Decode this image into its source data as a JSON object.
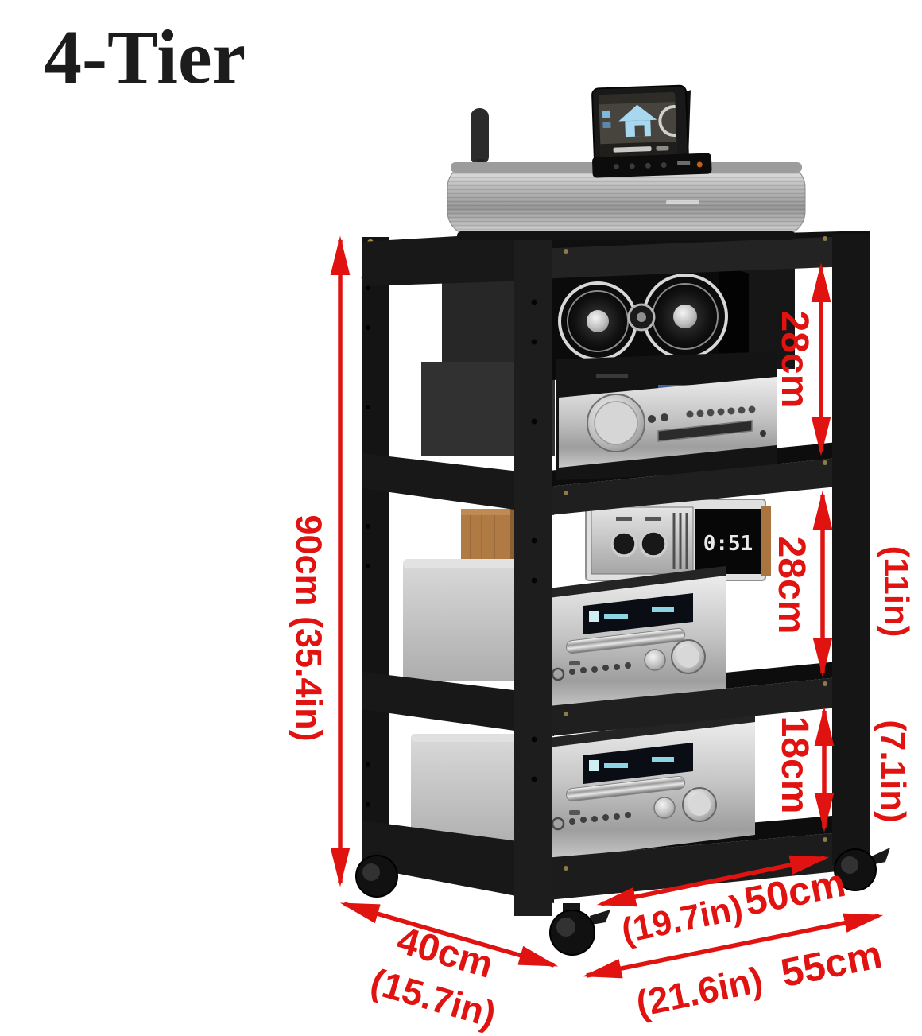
{
  "title": "4-Tier",
  "colors": {
    "dimension_red": "#e01311",
    "frame_black": "#1a1a1a",
    "silver_equipment": "#c6c6c6",
    "wood_box": "#b07a45"
  },
  "dimensions": {
    "height_total": "90cm (35.4in)",
    "tier1_height": "28cm",
    "tier2_height": "28cm",
    "tier2_height_inches": "(11in)",
    "tier3_height": "18cm",
    "tier3_height_inches": "(7.1in)",
    "shelf_width_inches": "(19.7in)",
    "shelf_width": "50cm",
    "depth": "40cm",
    "depth_inches": "(15.7in)",
    "overall_width_inches": "(21.6in)",
    "overall_width": "55cm"
  },
  "equipment": {
    "clock_display": "0:51"
  }
}
